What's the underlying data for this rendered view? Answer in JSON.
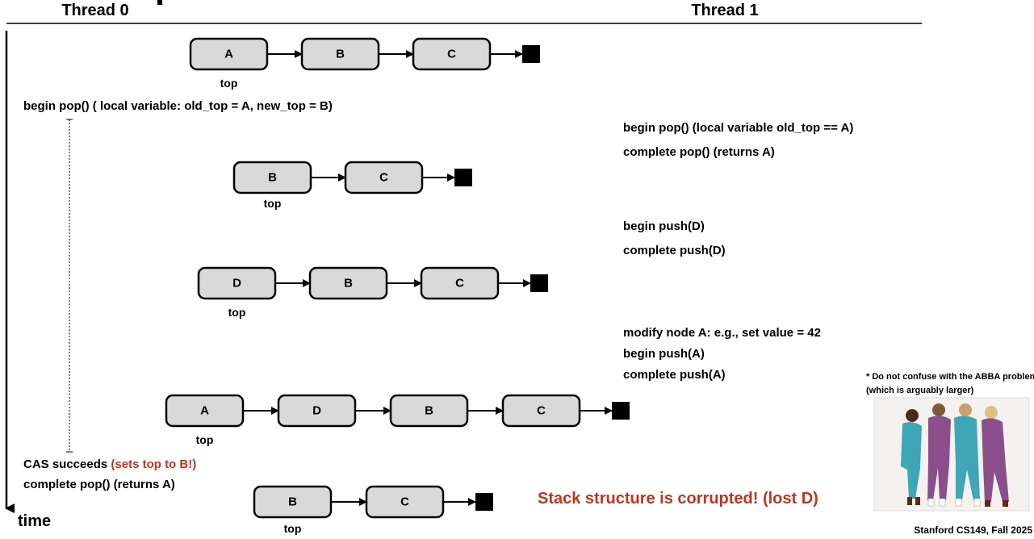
{
  "headers": {
    "thread0": "Thread 0",
    "thread1": "Thread 1"
  },
  "time_label": "time",
  "lists": [
    {
      "nodes": [
        "A",
        "B",
        "C"
      ],
      "top_label": "top"
    },
    {
      "nodes": [
        "B",
        "C"
      ],
      "top_label": "top"
    },
    {
      "nodes": [
        "D",
        "B",
        "C"
      ],
      "top_label": "top"
    },
    {
      "nodes": [
        "A",
        "D",
        "B",
        "C"
      ],
      "top_label": "top"
    },
    {
      "nodes": [
        "B",
        "C"
      ],
      "top_label": "top"
    }
  ],
  "thread0_steps": {
    "begin_pop": "begin pop()  ( local variable: old_top = A, new_top = B)",
    "cas_prefix": "CAS succeeds ",
    "cas_highlight": "(sets top to B!)",
    "complete_pop": "complete pop()  (returns A)"
  },
  "thread1_steps": [
    "begin pop()  (local variable old_top == A)",
    "complete pop()   (returns A)",
    "begin push(D)",
    "complete push(D)",
    "modify node A: e.g., set value = 42",
    "begin push(A)",
    "complete push(A)"
  ],
  "corrupted_message": "Stack structure is corrupted! (lost D)",
  "aside_note": {
    "line1": "* Do not confuse with the ABBA problem",
    "line2": "(which is arguably larger)"
  },
  "footer": "Stanford CS149, Fall 2025",
  "colors": {
    "highlight": "#c0341d",
    "node_fill": "#d9d9d9"
  }
}
